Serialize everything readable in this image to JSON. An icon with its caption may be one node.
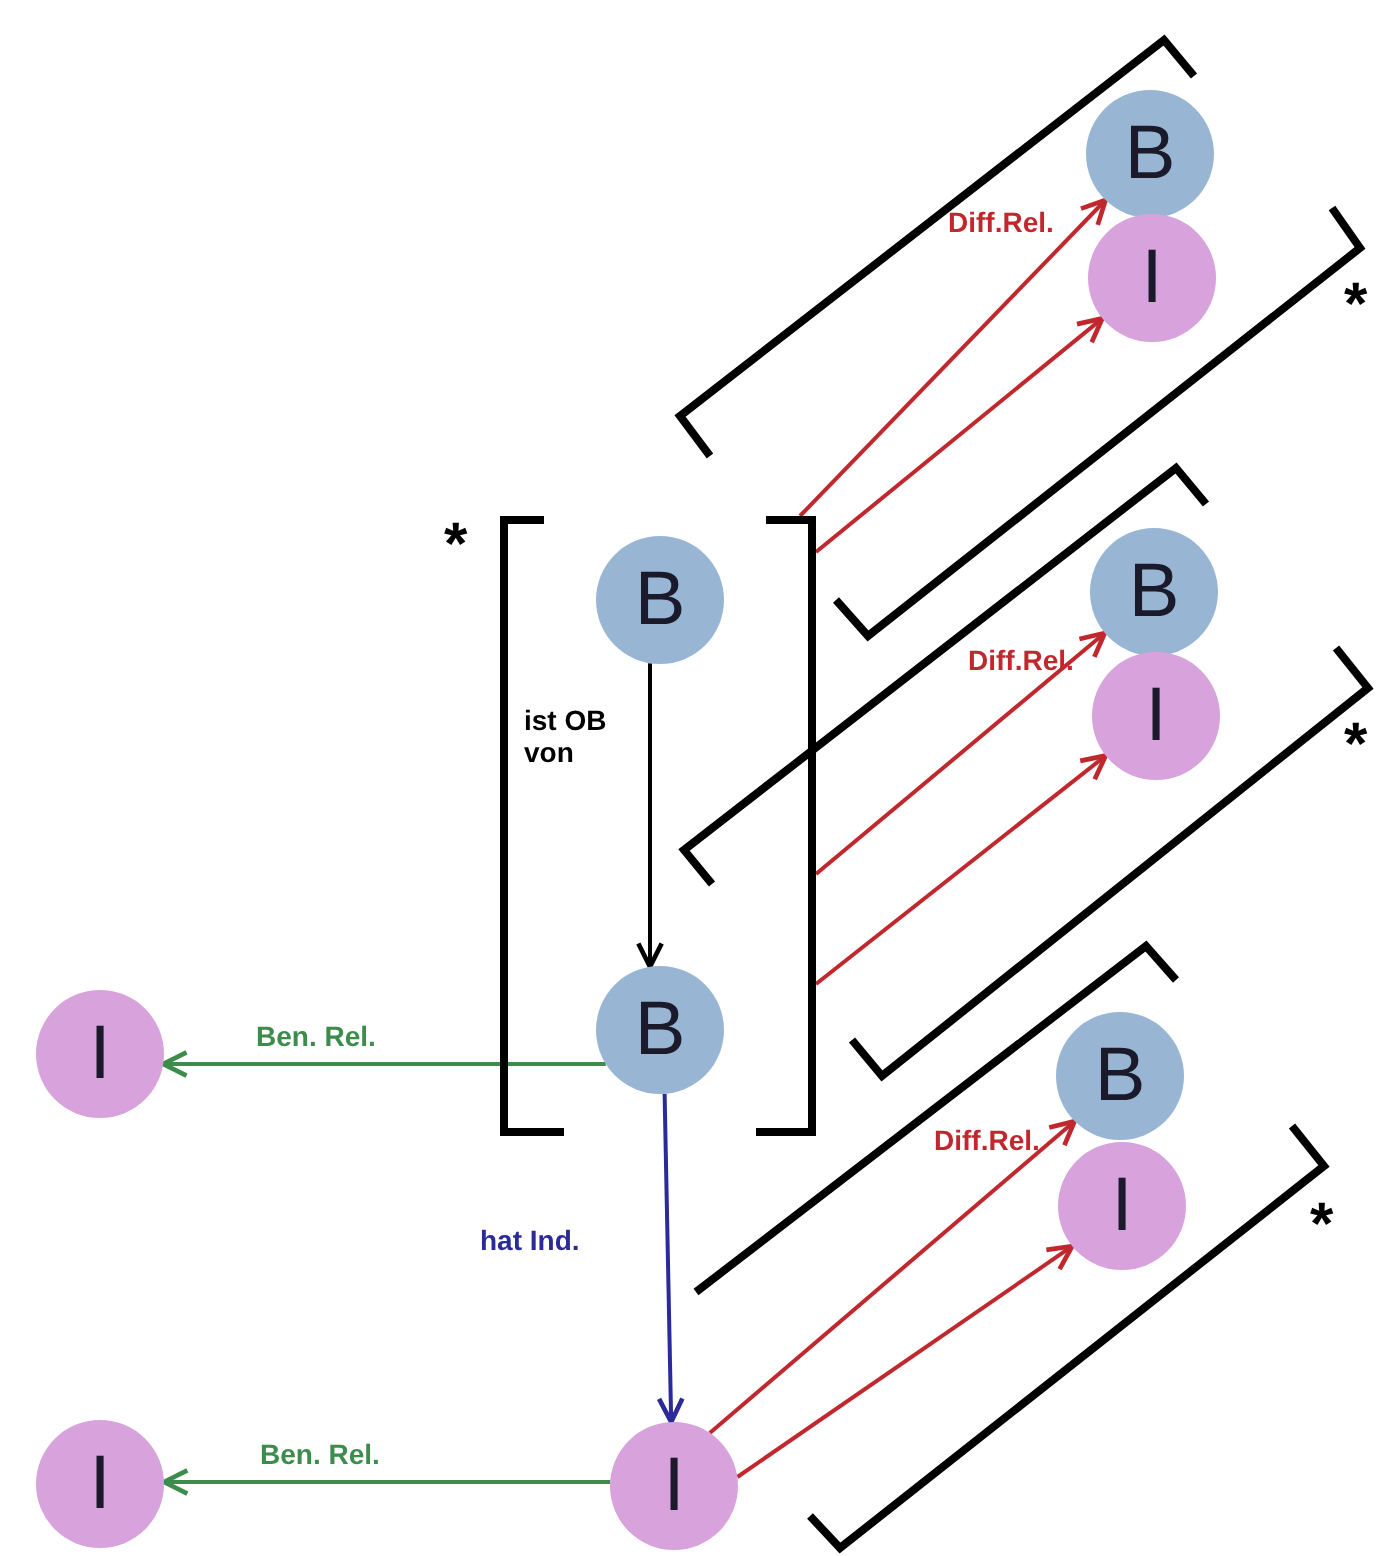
{
  "diagram": {
    "nodes": [
      {
        "text": [
          "B"
        ]
      },
      {
        "text": [
          "I"
        ]
      },
      {
        "text": [],
        "shape": "bracket"
      },
      {
        "text": [
          "B"
        ],
        "in": 2
      },
      {
        "text": [
          "B"
        ]
      },
      {
        "text": [
          "I"
        ]
      },
      {
        "text": [
          "I"
        ]
      },
      {
        "text": [
          "B"
        ],
        "in": 2
      },
      {
        "text": [
          "B"
        ]
      },
      {
        "text": [
          "I"
        ]
      },
      {
        "text": [
          "I"
        ]
      },
      {
        "text": [
          "I"
        ]
      }
    ],
    "edges": [
      {
        "from": 2,
        "to": 0,
        "arrow": "to",
        "label": "Diff.Rel.",
        "color": "#c0282d"
      },
      {
        "from": 2,
        "to": 1,
        "arrow": "to",
        "color": "#c0282d"
      },
      {
        "from": 3,
        "to": 7,
        "arrow": "to",
        "label": "ist OB von",
        "color": "#000000"
      },
      {
        "from": 2,
        "to": 4,
        "arrow": "to",
        "label": "Diff.Rel.",
        "color": "#c0282d"
      },
      {
        "from": 2,
        "to": 5,
        "arrow": "to",
        "color": "#c0282d"
      },
      {
        "from": 7,
        "to": 6,
        "arrow": "to",
        "label": "Ben. Rel.",
        "color": "#3c8c4c"
      },
      {
        "from": 7,
        "to": 11,
        "arrow": "to",
        "label": "hat Ind.",
        "color": "#2a2a9a"
      },
      {
        "from": 11,
        "to": 8,
        "arrow": "to",
        "label": "Diff.Rel.",
        "color": "#c0282d"
      },
      {
        "from": 11,
        "to": 9,
        "arrow": "to",
        "color": "#c0282d"
      },
      {
        "from": 11,
        "to": 10,
        "arrow": "to",
        "label": "Ben. Rel.",
        "color": "#3c8c4c"
      }
    ],
    "labels": [
      "*",
      "*",
      "*",
      "*"
    ]
  }
}
